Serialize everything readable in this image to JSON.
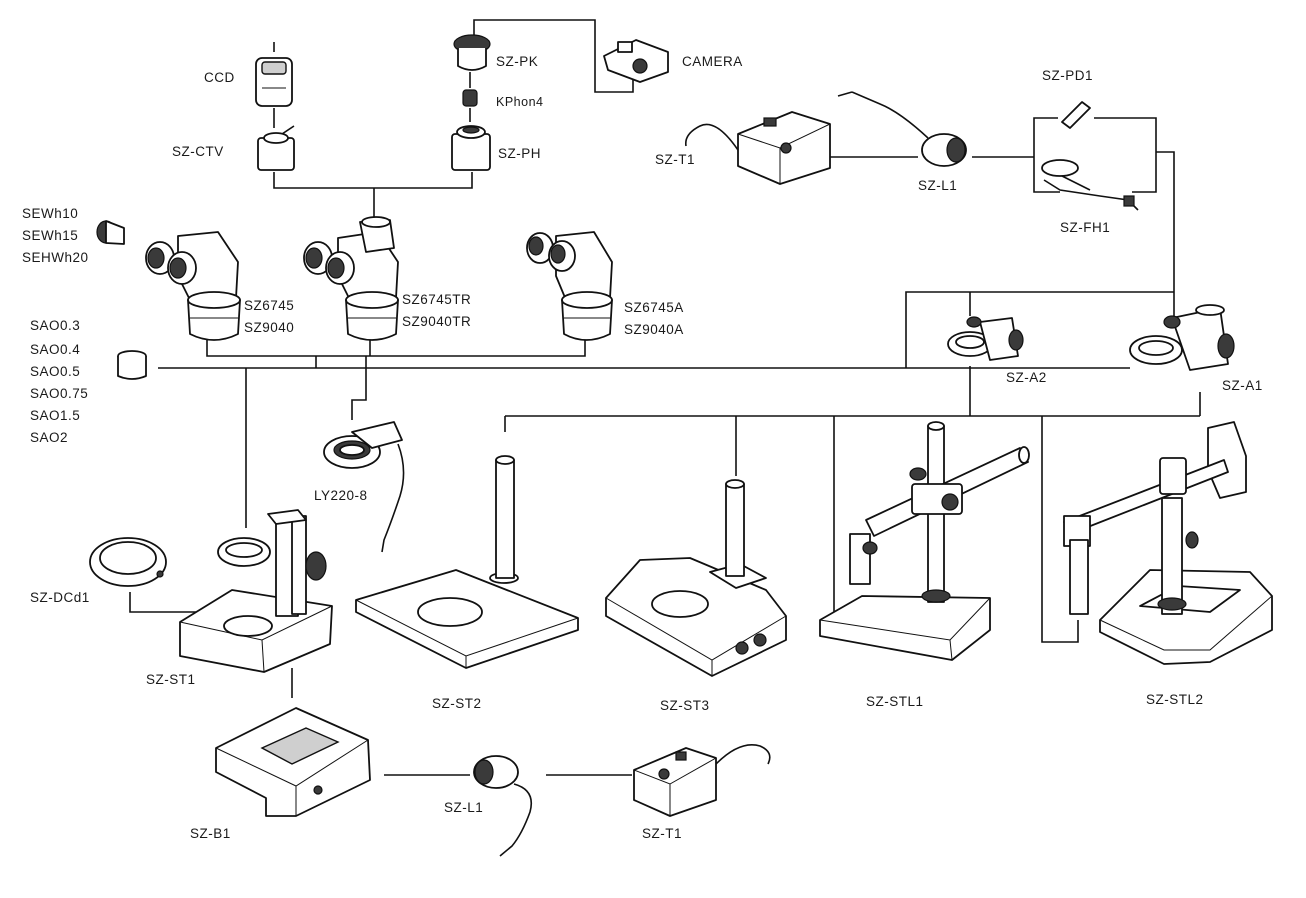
{
  "labels": {
    "ccd": "CCD",
    "sz_ctv": "SZ-CTV",
    "sz_pk": "SZ-PK",
    "kphon4": "KPhon4",
    "sz_ph": "SZ-PH",
    "camera": "CAMERA",
    "sz_t1_top": "SZ-T1",
    "sz_l1_top": "SZ-L1",
    "sz_pd1": "SZ-PD1",
    "sz_fh1": "SZ-FH1",
    "eyepieces": [
      "SEWh10",
      "SEWh15",
      "SEHWh20"
    ],
    "head_binocular": [
      "SZ6745",
      "SZ9040"
    ],
    "head_trinocular": [
      "SZ6745TR",
      "SZ9040TR"
    ],
    "head_angled": [
      "SZ6745A",
      "SZ9040A"
    ],
    "objectives": [
      "SAO0.3",
      "SAO0.4",
      "SAO0.5",
      "SAO0.75",
      "SAO1.5",
      "SAO2"
    ],
    "ly220": "LY220-8",
    "sz_a2": "SZ-A2",
    "sz_a1": "SZ-A1",
    "sz_dcd1": "SZ-DCd1",
    "sz_st1": "SZ-ST1",
    "sz_st2": "SZ-ST2",
    "sz_st3": "SZ-ST3",
    "sz_stl1": "SZ-STL1",
    "sz_stl2": "SZ-STL2",
    "sz_b1": "SZ-B1",
    "sz_l1_bottom": "SZ-L1",
    "sz_t1_bottom": "SZ-T1"
  }
}
